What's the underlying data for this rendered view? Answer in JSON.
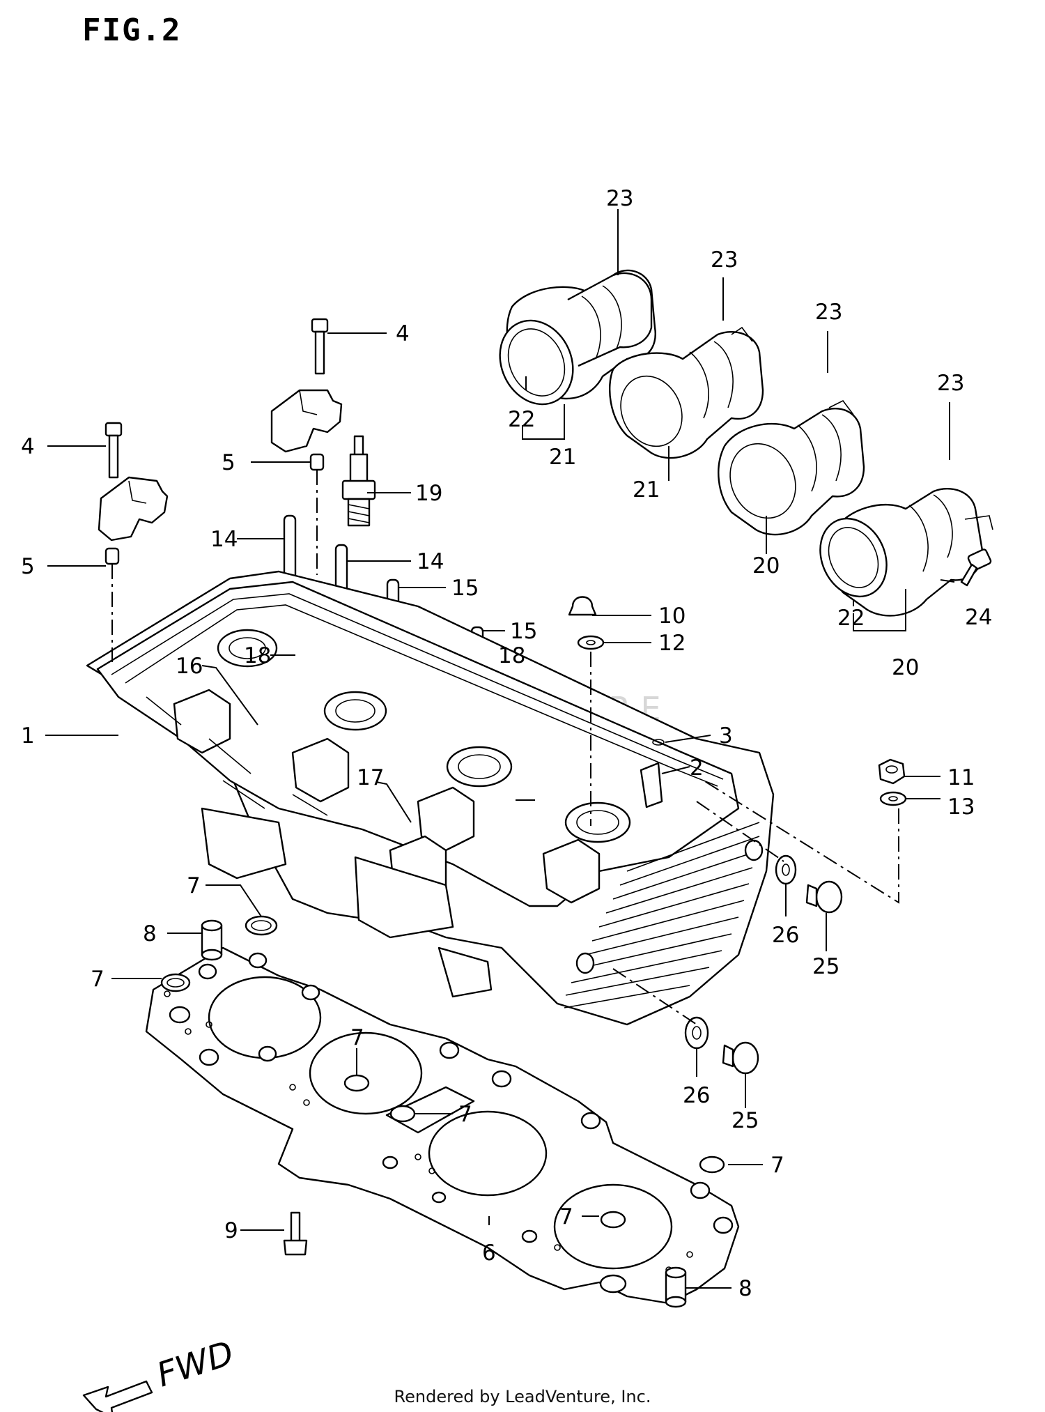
{
  "figure": {
    "title": "FIG.2",
    "footer": "Rendered by LeadVenture, Inc.",
    "watermark": "LEADVENTURE",
    "fwd_label": "FWD"
  },
  "callouts": [
    {
      "id": "c23a",
      "label": "23"
    },
    {
      "id": "c23b",
      "label": "23"
    },
    {
      "id": "c23c",
      "label": "23"
    },
    {
      "id": "c23d",
      "label": "23"
    },
    {
      "id": "c4a",
      "label": "4"
    },
    {
      "id": "c4b",
      "label": "4"
    },
    {
      "id": "c5a",
      "label": "5"
    },
    {
      "id": "c5b",
      "label": "5"
    },
    {
      "id": "c19",
      "label": "19"
    },
    {
      "id": "c14a",
      "label": "14"
    },
    {
      "id": "c14b",
      "label": "14"
    },
    {
      "id": "c15a",
      "label": "15"
    },
    {
      "id": "c15b",
      "label": "15"
    },
    {
      "id": "c22a",
      "label": "22"
    },
    {
      "id": "c21a",
      "label": "21"
    },
    {
      "id": "c21b",
      "label": "21"
    },
    {
      "id": "c20a",
      "label": "20"
    },
    {
      "id": "c20b",
      "label": "20"
    },
    {
      "id": "c22b",
      "label": "22"
    },
    {
      "id": "c24",
      "label": "24"
    },
    {
      "id": "c10",
      "label": "10"
    },
    {
      "id": "c12",
      "label": "12"
    },
    {
      "id": "c16",
      "label": "16"
    },
    {
      "id": "c18a",
      "label": "18"
    },
    {
      "id": "c18b",
      "label": "18"
    },
    {
      "id": "c3",
      "label": "3"
    },
    {
      "id": "c1",
      "label": "1"
    },
    {
      "id": "c2",
      "label": "2"
    },
    {
      "id": "c17",
      "label": "17"
    },
    {
      "id": "c11",
      "label": "11"
    },
    {
      "id": "c13",
      "label": "13"
    },
    {
      "id": "c26a",
      "label": "26"
    },
    {
      "id": "c25a",
      "label": "25"
    },
    {
      "id": "c26b",
      "label": "26"
    },
    {
      "id": "c25b",
      "label": "25"
    },
    {
      "id": "c7a",
      "label": "7"
    },
    {
      "id": "c8a",
      "label": "8"
    },
    {
      "id": "c7b",
      "label": "7"
    },
    {
      "id": "c7c",
      "label": "7"
    },
    {
      "id": "c7d",
      "label": "7"
    },
    {
      "id": "c7e",
      "label": "7"
    },
    {
      "id": "c7f",
      "label": "7"
    },
    {
      "id": "c9",
      "label": "9"
    },
    {
      "id": "c6",
      "label": "6"
    },
    {
      "id": "c8b",
      "label": "8"
    }
  ]
}
